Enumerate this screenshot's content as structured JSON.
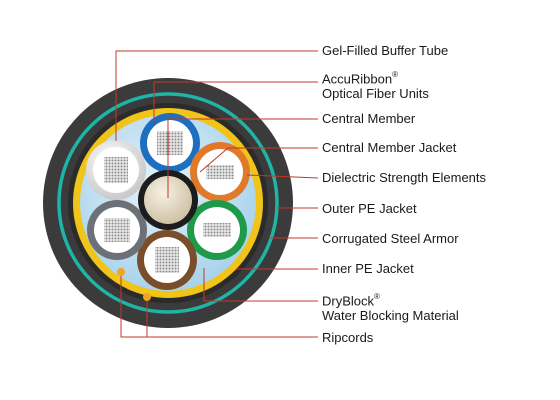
{
  "labels": {
    "gel_filled_buffer_tube": "Gel-Filled Buffer Tube",
    "accuribbon_name": "AccuRibbon",
    "accuribbon_mark": "®",
    "accuribbon_sub": "Optical Fiber Units",
    "central_member": "Central Member",
    "central_member_jacket": "Central Member Jacket",
    "dielectric_strength": "Dielectric Strength Elements",
    "outer_pe_jacket": "Outer PE Jacket",
    "corrugated_steel_armor": "Corrugated Steel Armor",
    "inner_pe_jacket": "Inner PE Jacket",
    "dryblock_name": "DryBlock",
    "dryblock_mark": "®",
    "dryblock_sub": "Water Blocking Material",
    "ripcords": "Ripcords"
  },
  "colors": {
    "leader_line": "#c0392b",
    "outer_jacket": "#3b3b3b",
    "armor": "#1fb5a6",
    "inner_jacket": "#2b2b2b",
    "dryblock": "#f0c419",
    "gel": "#bcdcf0",
    "central_member": "#e8dcc4",
    "central_member_jacket": "#1c1c1c",
    "tube_blue": "#1e6fc0",
    "tube_orange": "#e07a2a",
    "tube_green": "#1f9a4a",
    "tube_brown": "#7a4e2a",
    "tube_slate": "#6b7177",
    "tube_white": "#e6e6e6",
    "ripcord": "#f1a320"
  }
}
